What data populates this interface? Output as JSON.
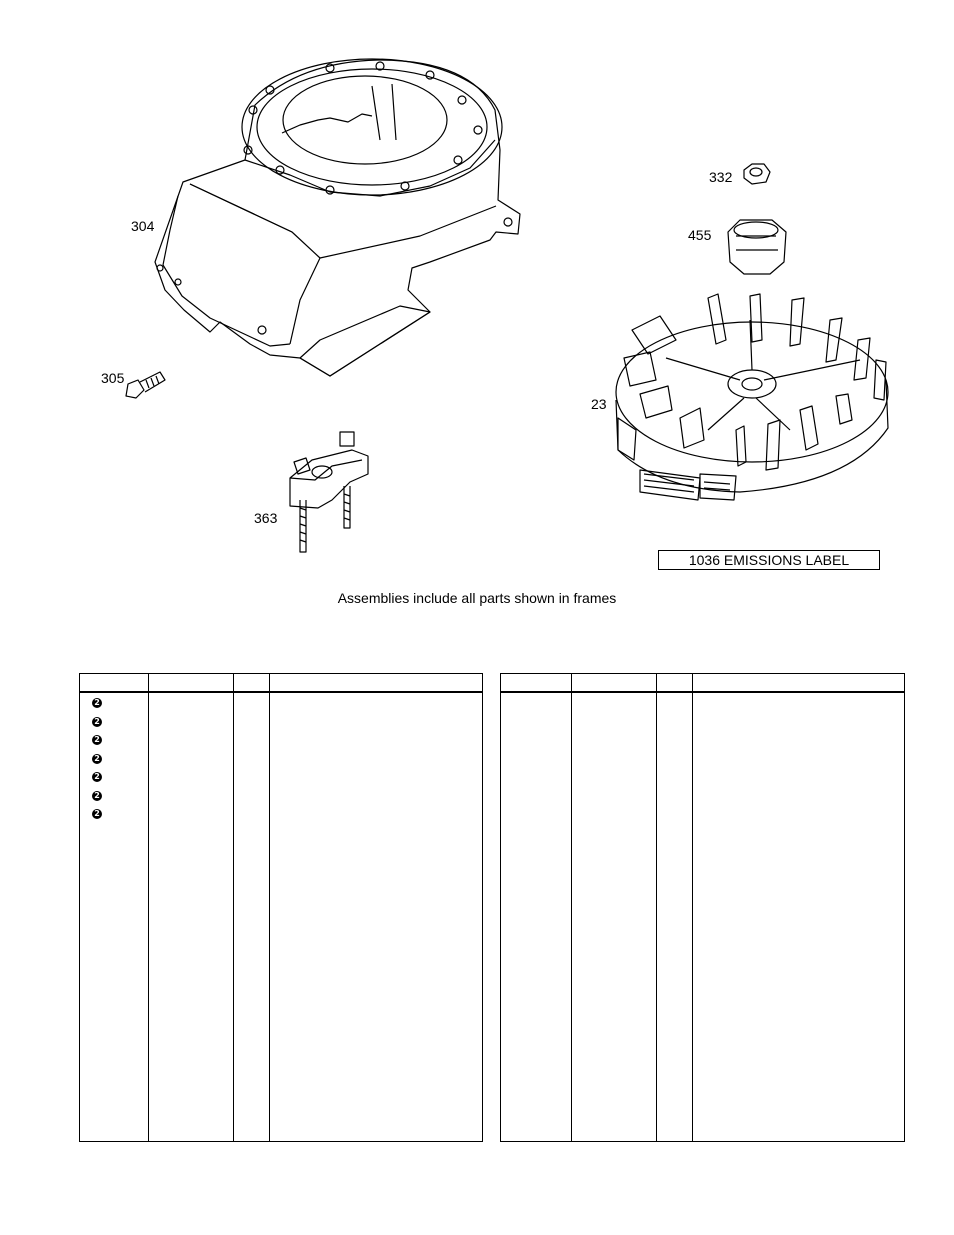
{
  "callouts": {
    "blower_housing": "304",
    "screw": "305",
    "bracket": "363",
    "nut": "332",
    "clutch": "455",
    "flywheel": "23"
  },
  "emissions_label": "1036 EMISSIONS LABEL",
  "caption": "Assemblies include all parts shown in frames",
  "left_table": {
    "bullet_glyph": "2",
    "bullet_rows": 7
  }
}
